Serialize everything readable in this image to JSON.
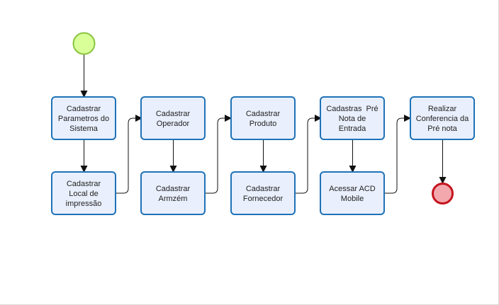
{
  "diagram": {
    "start_event": {
      "color": "#d9ff99",
      "stroke": "#8ac43f"
    },
    "end_event": {
      "color": "#f2a8ad",
      "stroke": "#c4141e"
    },
    "task_style": {
      "fill": "#e9effc",
      "stroke": "#1e72b8"
    },
    "tasks": [
      {
        "id": "t1",
        "lines": [
          "Cadastrar",
          "Parametros do",
          "Sistema"
        ]
      },
      {
        "id": "t2",
        "lines": [
          "Cadastrar",
          "Local de",
          "impressão"
        ]
      },
      {
        "id": "t3",
        "lines": [
          "Cadastrar",
          "Operador"
        ]
      },
      {
        "id": "t4",
        "lines": [
          "Cadastrar",
          "Armzém"
        ]
      },
      {
        "id": "t5",
        "lines": [
          "Cadastrar",
          "Produto"
        ]
      },
      {
        "id": "t6",
        "lines": [
          "Cadastrar",
          "Fornecedor"
        ]
      },
      {
        "id": "t7",
        "lines": [
          "Cadastras  Pré",
          "Nota de",
          "Entrada"
        ]
      },
      {
        "id": "t8",
        "lines": [
          "Acessar ACD",
          "Mobile"
        ]
      },
      {
        "id": "t9",
        "lines": [
          "Realizar",
          "Conferencia da",
          "Pré nota"
        ]
      }
    ]
  }
}
